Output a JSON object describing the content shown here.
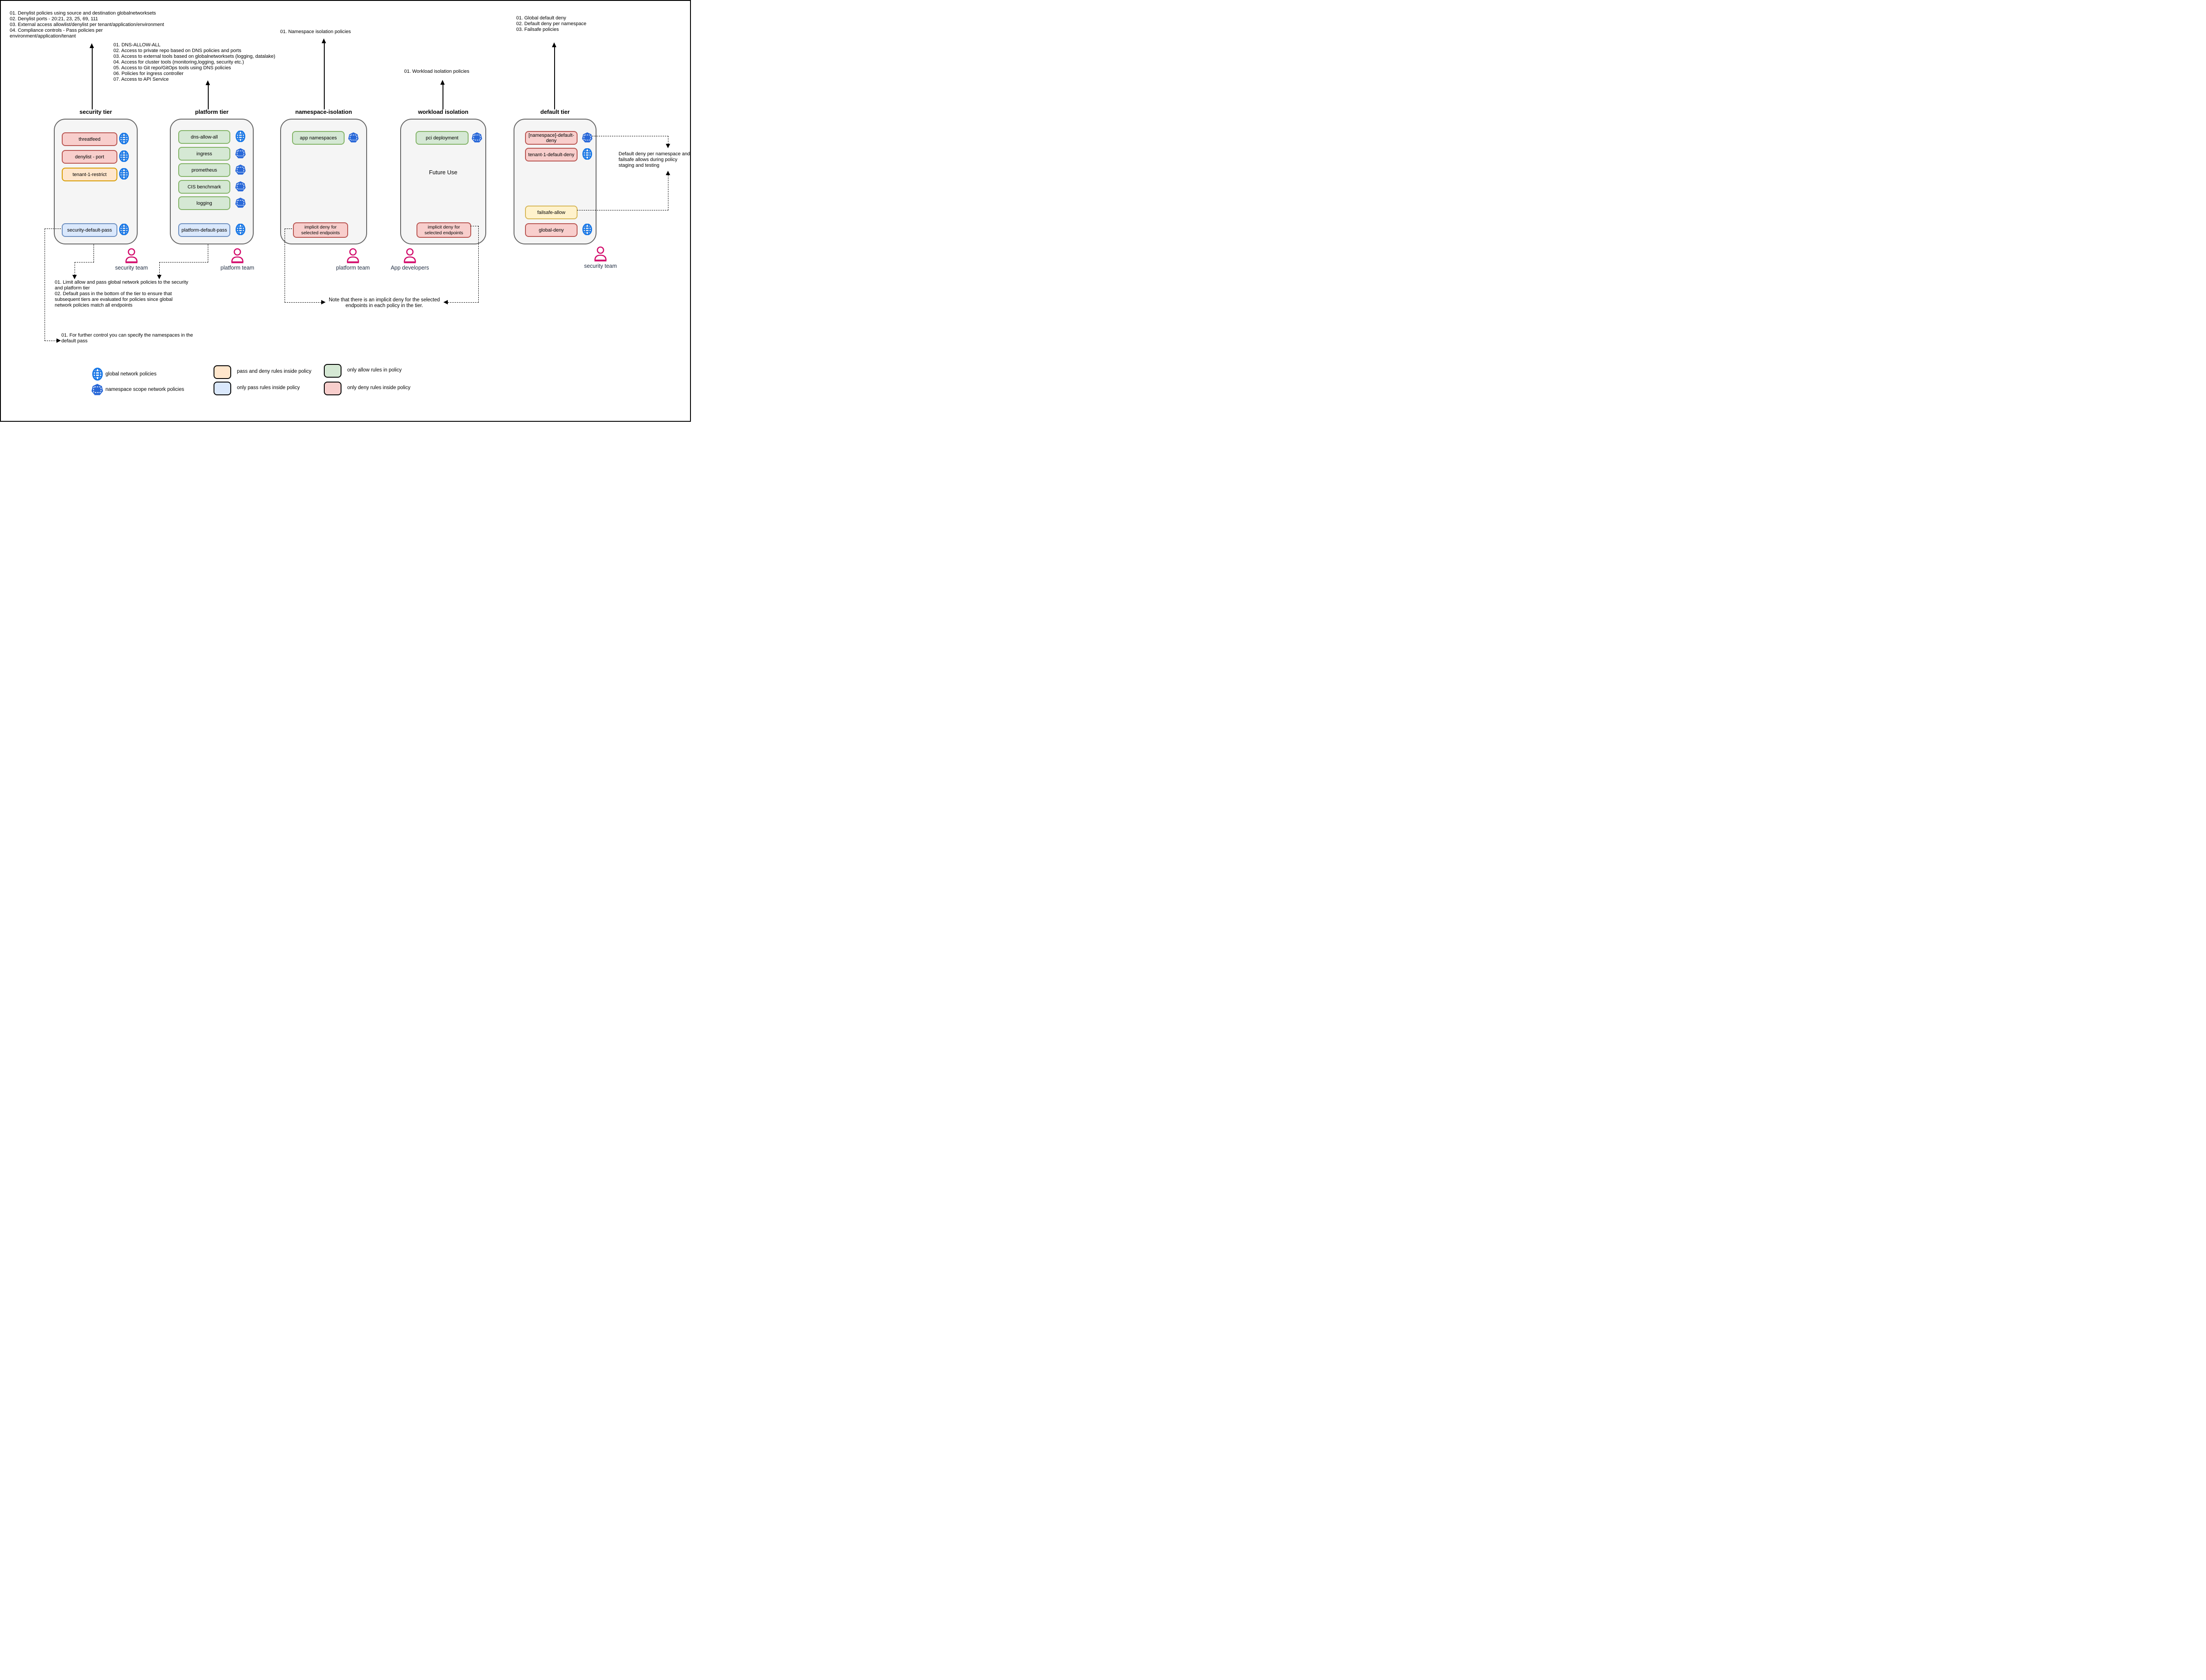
{
  "annotations": {
    "security_tier_notes": [
      "01. Denylist policies using source and destination globalnetworksets",
      "02. Denylist ports - 20:21, 23, 25, 69, 111",
      "03. External access allowlist/denylist per tenant/application/environment",
      "04. Compliance controls - Pass policies per",
      "environment/application/tenant"
    ],
    "platform_tier_notes": [
      "01. DNS-ALLOW-ALL",
      "02. Access to private repo based on DNS policies and ports",
      "03. Access to external tools based on globalnetworksets (logging, datalake)",
      "04. Access for cluster tools (monitoring,logging, security etc.)",
      "05. Access to Git repo/GitOps tools using DNS policies",
      "06. Policies for ingress controller",
      "07. Access to API Service"
    ],
    "namespace_tier_note": "01. Namespace isolation policies",
    "workload_tier_note": "01. Workload isolation policies",
    "default_tier_notes": [
      "01. Global default deny",
      "02. Default deny per namespace",
      "03. Failsafe policies"
    ],
    "pass_note": [
      "01. Limit allow and pass global network policies to the security",
      "and platform tier",
      "02. Default pass in the bottom of the tier to ensure that",
      "subsequent tiers are evaluated for policies since global",
      "network policies match all endpoints"
    ],
    "namespaces_note": [
      "01. For further control you can specify the namespaces in the",
      "default pass"
    ],
    "implicit_deny_note": [
      "Note that there is an implicit deny for the selected",
      "endpoints in each policy in the tier."
    ],
    "default_deny_note": [
      "Default deny per namespace and",
      "failsafe allows during policy",
      "staging and testing"
    ]
  },
  "tiers": [
    {
      "title": "security tier",
      "policies": [
        {
          "label": "threatfeed"
        },
        {
          "label": "denylist - port"
        },
        {
          "label": "tenant-1-restrict"
        },
        {
          "label": "security-default-pass"
        }
      ]
    },
    {
      "title": "platform tier",
      "policies": [
        {
          "label": "dns-allow-all"
        },
        {
          "label": "ingress"
        },
        {
          "label": "prometheus"
        },
        {
          "label": "CIS benchmark"
        },
        {
          "label": "logging"
        },
        {
          "label": "platform-default-pass"
        }
      ]
    },
    {
      "title": "namespace-isolation",
      "policies": [
        {
          "label": "app namespaces"
        },
        {
          "label": "implicit deny for selected endpoints"
        }
      ]
    },
    {
      "title": "workload isolation",
      "center_label": "Future Use",
      "policies": [
        {
          "label": "pci deployment"
        },
        {
          "label": "implicit deny for selected endpoints"
        }
      ]
    },
    {
      "title": "default tier",
      "policies": [
        {
          "label": "[namespace]-default-deny"
        },
        {
          "label": "tenant-1-default-deny"
        },
        {
          "label": "failsafe-allow"
        },
        {
          "label": "global-deny"
        }
      ]
    }
  ],
  "teams": [
    {
      "label": "security team"
    },
    {
      "label": "platform team"
    },
    {
      "label": "platform team"
    },
    {
      "label": "App developers"
    },
    {
      "label": "security team"
    }
  ],
  "legend": {
    "global": "global network policies",
    "namespace": "namespace scope network policies",
    "pass_deny": "pass and deny rules inside policy",
    "only_pass": "only pass rules inside policy",
    "only_allow": "only allow rules in policy",
    "only_deny": "only deny rules inside policy"
  },
  "colors": {
    "deny_fill": "#f8cecc",
    "deny_stroke": "#b85450",
    "allow_fill": "#d5e8d4",
    "allow_stroke": "#82b366",
    "pass_fill": "#dae8fc",
    "pass_stroke": "#6c8ebf",
    "pass_deny_fill": "#ffe6cc",
    "pass_deny_stroke": "#d79b00",
    "failsafe_fill": "#fff2cc",
    "failsafe_stroke": "#d6b656",
    "container_fill": "#f5f5f5",
    "container_stroke": "#666666",
    "globe_icon": "#1877e6",
    "namespace_icon": "#2968d8",
    "person_icon": "#d20a6a",
    "team_label": "#233044"
  }
}
